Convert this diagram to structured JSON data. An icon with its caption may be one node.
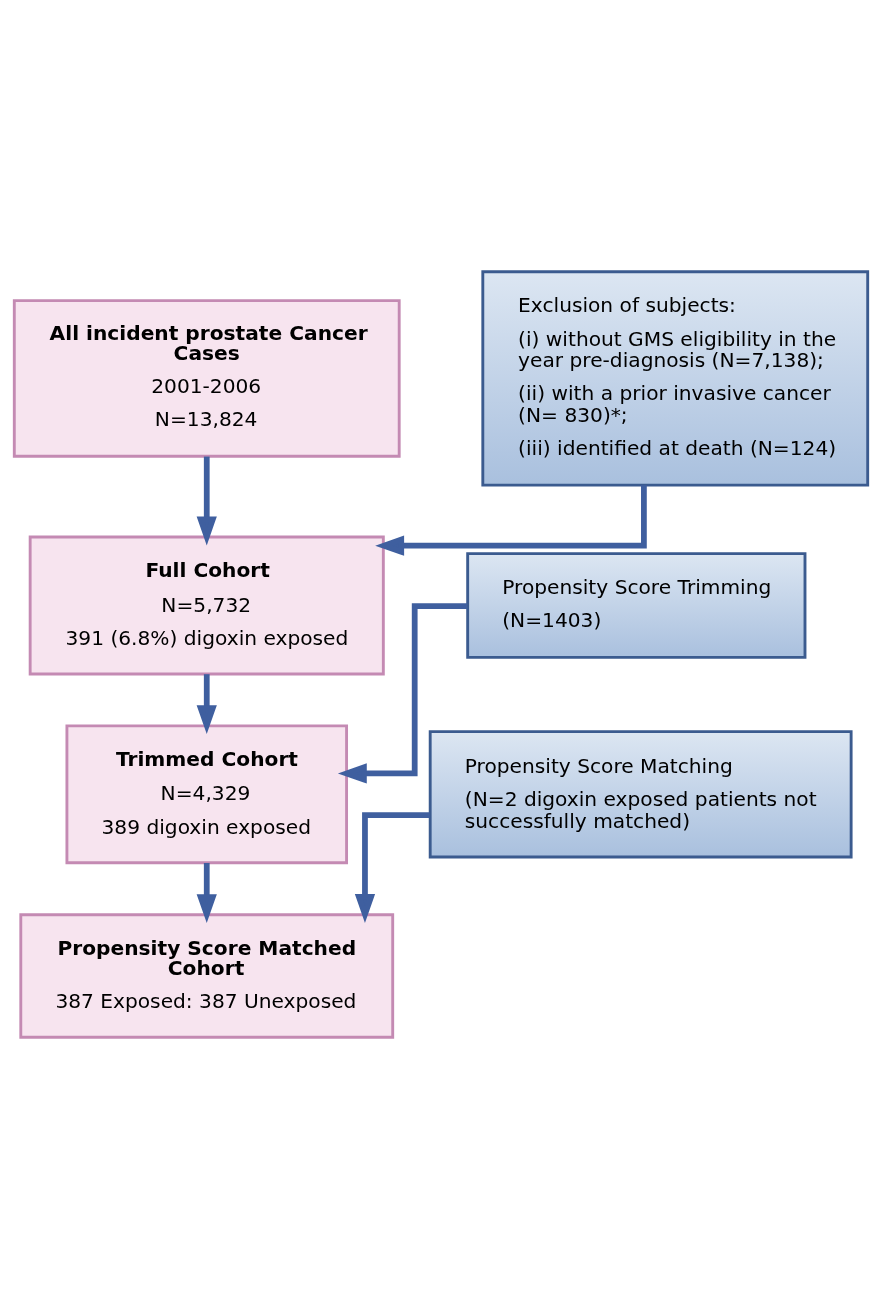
{
  "diagram": {
    "nodes": [
      {
        "text": [
          "All incident prostate Cancer Cases",
          "2001-2006",
          "N=13,824"
        ]
      },
      {
        "text": [
          "Exclusion of subjects:",
          "(i) without GMS eligibility in the year pre-diagnosis (N=7,138);",
          "(ii) with a prior invasive cancer (N= 830)*;",
          "(iii) identified at death (N=124)"
        ]
      },
      {
        "text": [
          "Full Cohort",
          "N=5,732",
          "391 (6.8%) digoxin exposed"
        ]
      },
      {
        "text": [
          "Propensity Score Trimming",
          "(N=1403)"
        ]
      },
      {
        "text": [
          "Trimmed Cohort",
          "N=4,329",
          "389 digoxin exposed"
        ]
      },
      {
        "text": [
          "Propensity Score Matching",
          "(N=2 digoxin exposed patients not successfully matched)"
        ]
      },
      {
        "text": [
          "Propensity Score Matched Cohort",
          "387 Exposed: 387 Unexposed"
        ]
      }
    ],
    "edges": [
      {
        "from": 0,
        "to": 2,
        "arrow": "to"
      },
      {
        "from": 1,
        "to": 2,
        "arrow": "to"
      },
      {
        "from": 2,
        "to": 4,
        "arrow": "to"
      },
      {
        "from": 3,
        "to": 4,
        "arrow": "to"
      },
      {
        "from": 4,
        "to": 6,
        "arrow": "to"
      },
      {
        "from": 5,
        "to": 6,
        "arrow": "to"
      }
    ]
  }
}
